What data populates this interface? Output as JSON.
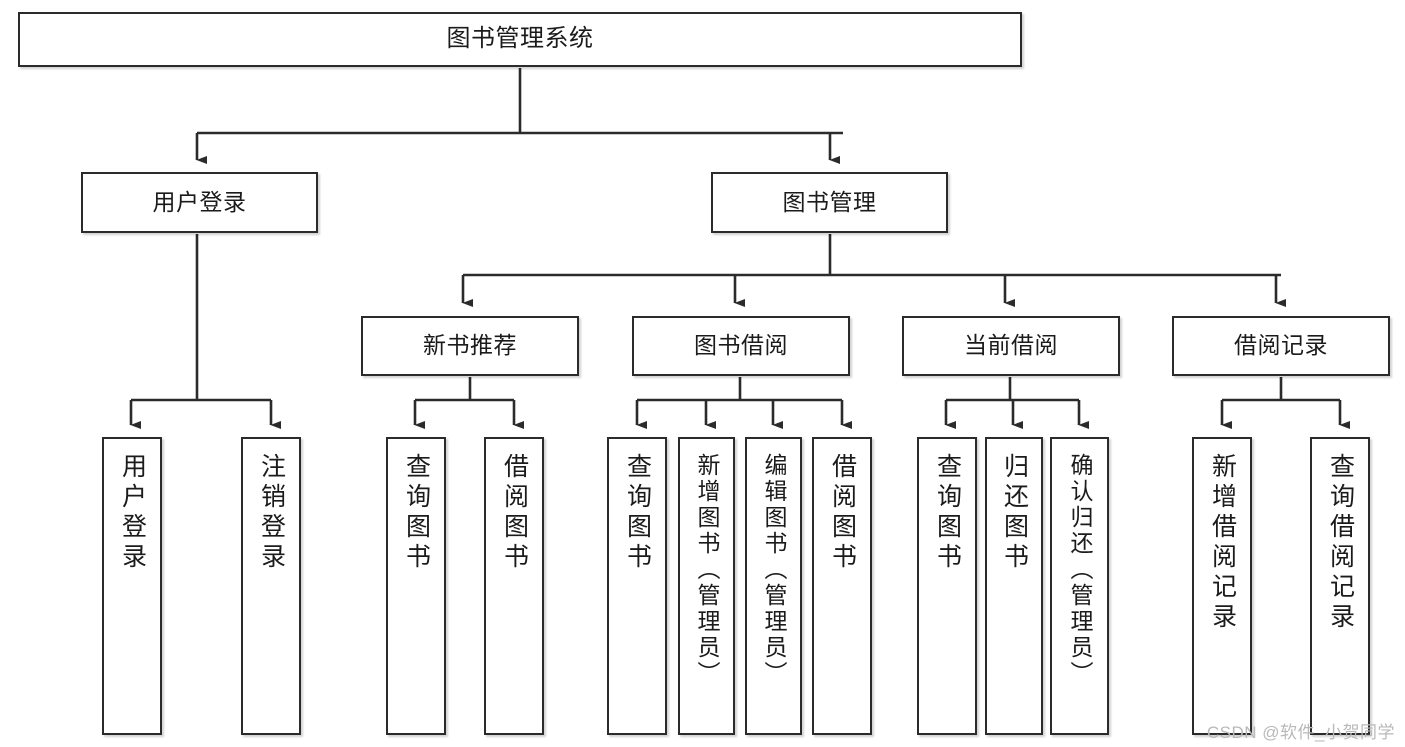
{
  "diagram": {
    "title": "图书管理系统",
    "type": "hierarchy-tree",
    "watermark": "CSDN @软件_小贺同学",
    "colors": {
      "box_border": "#2b2b2b",
      "box_fill": "#ffffff",
      "connector": "#2b2b2b",
      "text": "#1b1b1b",
      "watermark": "#b9b9b9"
    },
    "nodes": {
      "root": {
        "label": "图书管理系统",
        "level": 0,
        "orientation": "horizontal"
      },
      "user_login": {
        "label": "用户登录",
        "level": 1,
        "orientation": "horizontal"
      },
      "book_manage": {
        "label": "图书管理",
        "level": 1,
        "orientation": "horizontal"
      },
      "new_book_rec": {
        "label": "新书推荐",
        "level": 2,
        "orientation": "horizontal"
      },
      "book_borrow": {
        "label": "图书借阅",
        "level": 2,
        "orientation": "horizontal"
      },
      "current_borrow": {
        "label": "当前借阅",
        "level": 2,
        "orientation": "horizontal"
      },
      "borrow_record": {
        "label": "借阅记录",
        "level": 2,
        "orientation": "horizontal"
      },
      "leaf_user_login": {
        "label": "用户登录",
        "level": 3,
        "orientation": "vertical"
      },
      "leaf_logout": {
        "label": "注销登录",
        "level": 3,
        "orientation": "vertical"
      },
      "leaf_query_book_1": {
        "label": "查询图书",
        "level": 3,
        "orientation": "vertical"
      },
      "leaf_borrow_book_1": {
        "label": "借阅图书",
        "level": 3,
        "orientation": "vertical"
      },
      "leaf_query_book_2": {
        "label": "查询图书",
        "level": 3,
        "orientation": "vertical"
      },
      "leaf_add_book": {
        "label": "新增图书（管理员）",
        "level": 3,
        "orientation": "vertical"
      },
      "leaf_edit_book": {
        "label": "编辑图书（管理员）",
        "level": 3,
        "orientation": "vertical"
      },
      "leaf_borrow_book_2": {
        "label": "借阅图书",
        "level": 3,
        "orientation": "vertical"
      },
      "leaf_query_book_3": {
        "label": "查询图书",
        "level": 3,
        "orientation": "vertical"
      },
      "leaf_return_book": {
        "label": "归还图书",
        "level": 3,
        "orientation": "vertical"
      },
      "leaf_confirm_return": {
        "label": "确认归还（管理员）",
        "level": 3,
        "orientation": "vertical"
      },
      "leaf_add_record": {
        "label": "新增借阅记录",
        "level": 3,
        "orientation": "vertical"
      },
      "leaf_query_record": {
        "label": "查询借阅记录",
        "level": 3,
        "orientation": "vertical"
      }
    },
    "edges": [
      {
        "from": "root",
        "to": "user_login"
      },
      {
        "from": "root",
        "to": "book_manage"
      },
      {
        "from": "user_login",
        "to": "leaf_user_login"
      },
      {
        "from": "user_login",
        "to": "leaf_logout"
      },
      {
        "from": "book_manage",
        "to": "new_book_rec"
      },
      {
        "from": "book_manage",
        "to": "book_borrow"
      },
      {
        "from": "book_manage",
        "to": "current_borrow"
      },
      {
        "from": "book_manage",
        "to": "borrow_record"
      },
      {
        "from": "new_book_rec",
        "to": "leaf_query_book_1"
      },
      {
        "from": "new_book_rec",
        "to": "leaf_borrow_book_1"
      },
      {
        "from": "book_borrow",
        "to": "leaf_query_book_2"
      },
      {
        "from": "book_borrow",
        "to": "leaf_add_book"
      },
      {
        "from": "book_borrow",
        "to": "leaf_edit_book"
      },
      {
        "from": "book_borrow",
        "to": "leaf_borrow_book_2"
      },
      {
        "from": "current_borrow",
        "to": "leaf_query_book_3"
      },
      {
        "from": "current_borrow",
        "to": "leaf_return_book"
      },
      {
        "from": "current_borrow",
        "to": "leaf_confirm_return"
      },
      {
        "from": "borrow_record",
        "to": "leaf_add_record"
      },
      {
        "from": "borrow_record",
        "to": "leaf_query_record"
      }
    ]
  }
}
